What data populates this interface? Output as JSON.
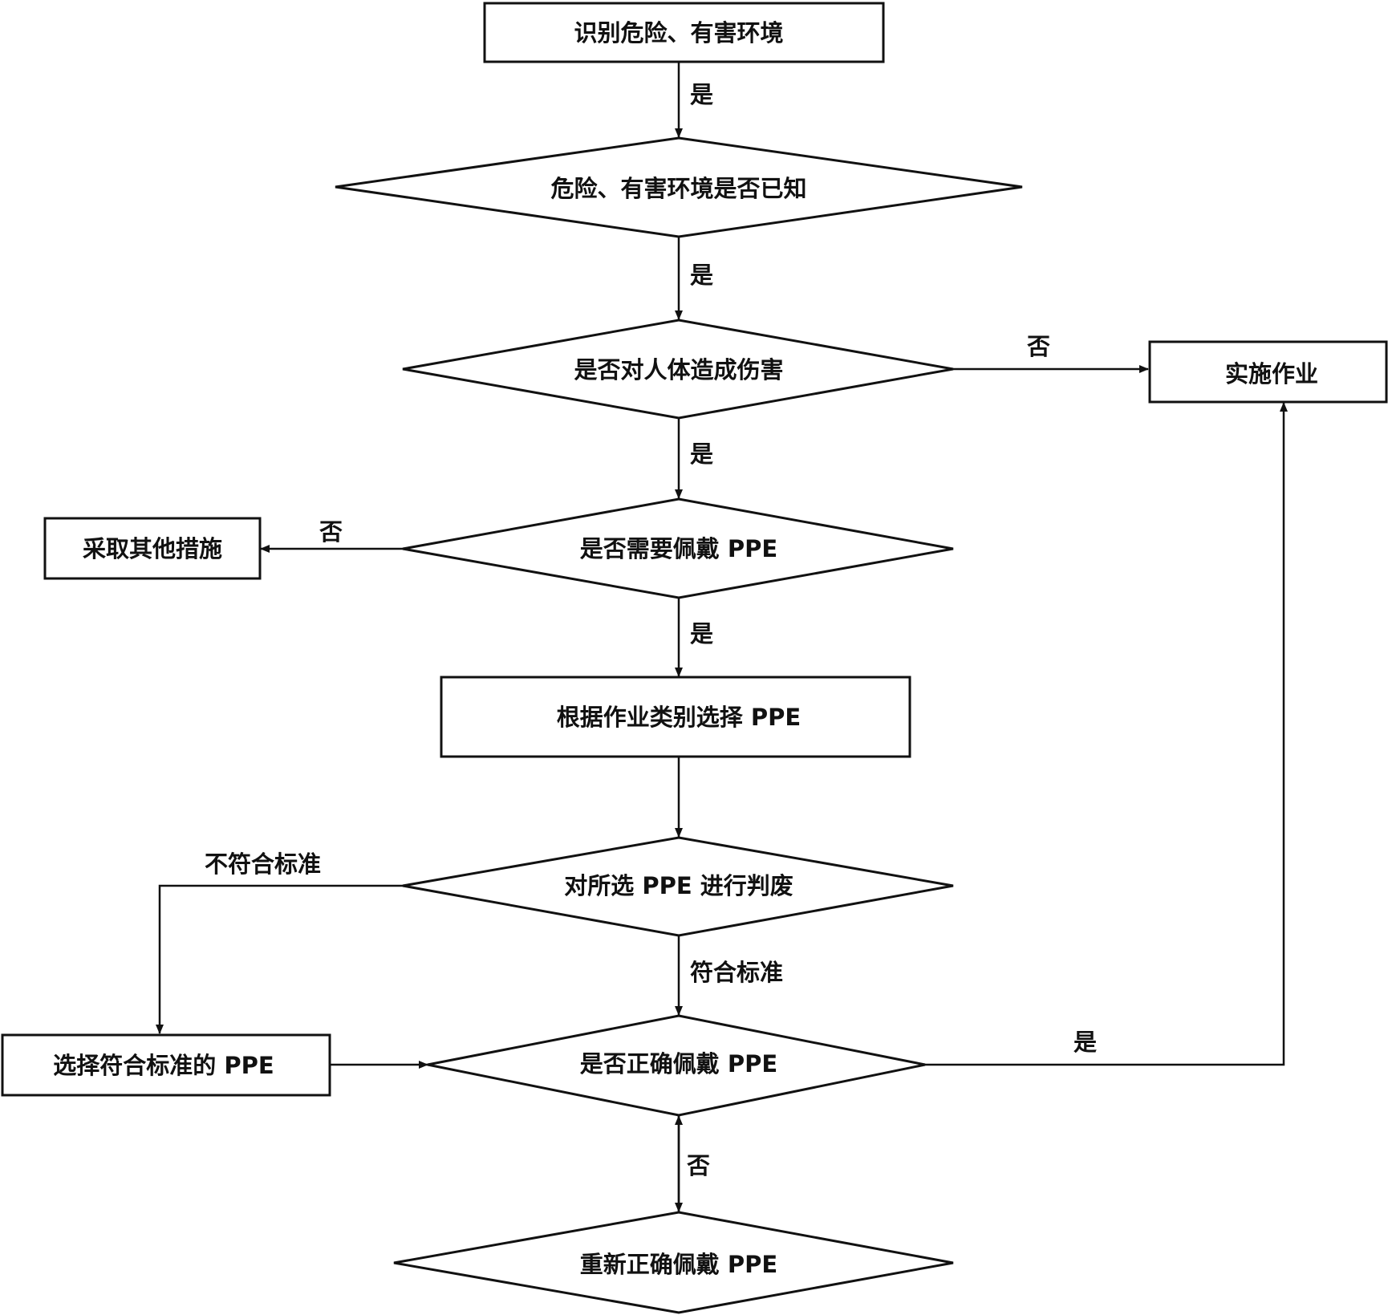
{
  "nodes": {
    "identify": {
      "label": "识别危险、有害环境"
    },
    "known": {
      "label": "危险、有害环境是否已知"
    },
    "harm": {
      "label": "是否对人体造成伤害"
    },
    "implement": {
      "label": "实施作业"
    },
    "other_measures": {
      "label": "采取其他措施"
    },
    "need_ppe": {
      "label": "是否需要佩戴 PPE"
    },
    "select_by_type": {
      "label": "根据作业类别选择 PPE"
    },
    "scrap_check": {
      "label": "对所选 PPE 进行判废"
    },
    "select_compliant": {
      "label": "选择符合标准的 PPE"
    },
    "worn_correctly": {
      "label": "是否正确佩戴 PPE"
    },
    "rewear": {
      "label": "重新正确佩戴 PPE"
    }
  },
  "edges": {
    "identify_to_known": {
      "label": "是"
    },
    "known_to_harm": {
      "label": "是"
    },
    "harm_no": {
      "label": "否"
    },
    "harm_yes": {
      "label": "是"
    },
    "need_ppe_no": {
      "label": "否"
    },
    "need_ppe_yes": {
      "label": "是"
    },
    "scrap_fail": {
      "label": "不符合标准"
    },
    "scrap_pass": {
      "label": "符合标准"
    },
    "worn_yes": {
      "label": "是"
    },
    "worn_no": {
      "label": "否"
    }
  }
}
